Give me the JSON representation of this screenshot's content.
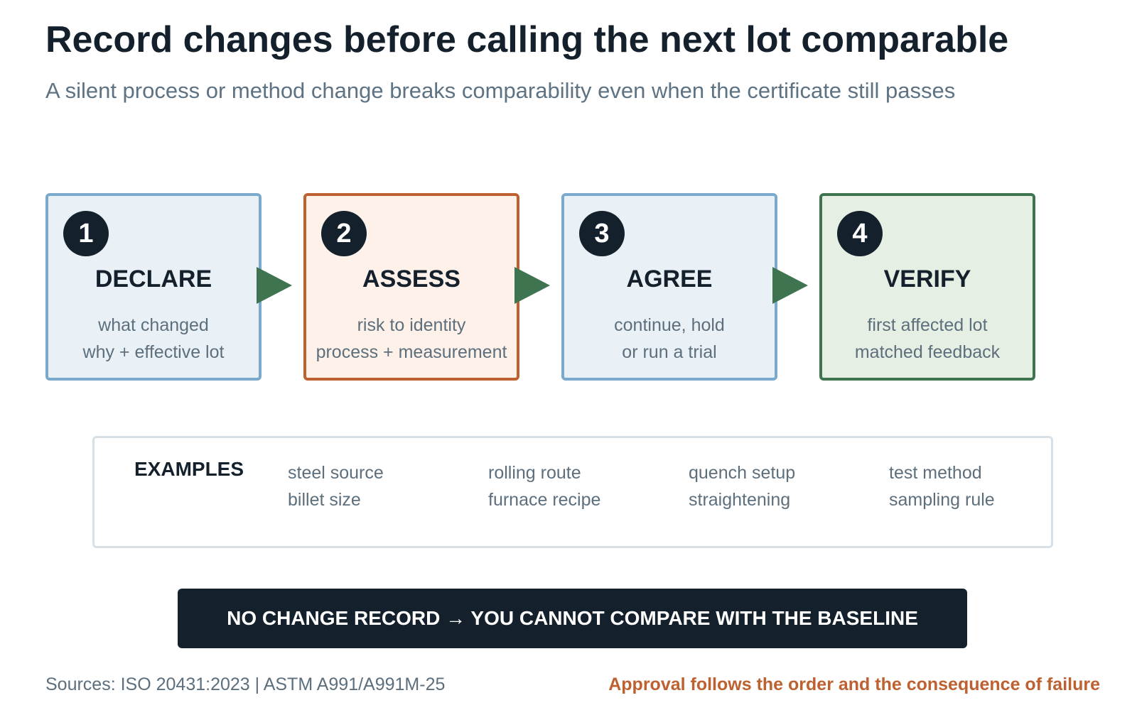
{
  "header": {
    "title": "Record changes before calling the next lot comparable",
    "subtitle": "A silent process or method change breaks comparability even when the certificate still passes"
  },
  "steps": [
    {
      "number": "1",
      "title": "DECLARE",
      "lines": [
        "what changed",
        "why + effective lot"
      ],
      "color": "blue"
    },
    {
      "number": "2",
      "title": "ASSESS",
      "lines": [
        "risk to identity",
        "process + measurement"
      ],
      "color": "orange"
    },
    {
      "number": "3",
      "title": "AGREE",
      "lines": [
        "continue, hold",
        "or run a trial"
      ],
      "color": "blue"
    },
    {
      "number": "4",
      "title": "VERIFY",
      "lines": [
        "first affected lot",
        "matched feedback"
      ],
      "color": "green"
    }
  ],
  "examples": {
    "label": "EXAMPLES",
    "columns": [
      [
        "steel source",
        "billet size"
      ],
      [
        "rolling route",
        "furnace recipe"
      ],
      [
        "quench setup",
        "straightening"
      ],
      [
        "test method",
        "sampling rule"
      ]
    ]
  },
  "banner": "NO CHANGE RECORD → YOU CANNOT COMPARE WITH THE BASELINE",
  "footer": {
    "sources": "Sources: ISO 20431:2023 | ASTM A991/A991M-25",
    "note": "Approval follows the order and the consequence of failure"
  },
  "colors": {
    "dark": "#14202b",
    "muted": "#5d6f7d",
    "blue_fill": "#e9f1f6",
    "blue_border": "#7aa9cc",
    "orange_fill": "#fdf1e9",
    "orange_border": "#be6130",
    "green_fill": "#e6efe3",
    "green_border": "#3e7450",
    "arrow": "#3e7450"
  }
}
